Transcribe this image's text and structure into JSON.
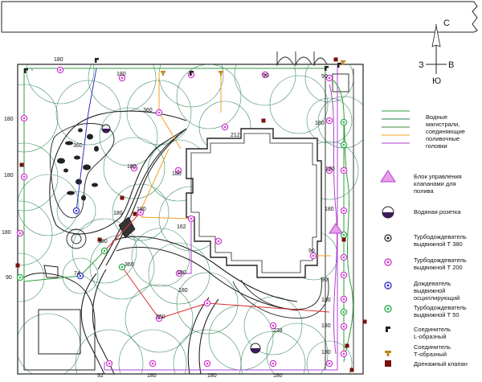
{
  "compass": {
    "north": "С",
    "west": "З",
    "east": "В",
    "south": "Ю"
  },
  "legend": {
    "pipes_lines": [
      "Водные",
      "магистрали,",
      "соединяющие",
      "поливочные",
      "головки"
    ],
    "valve_box_lines": [
      "Блок управления",
      "клапанами для",
      "полива"
    ],
    "water_socket": "Водяная розетка",
    "t380_lines": [
      "Турбодождеватель",
      "выдвижной Т 380"
    ],
    "t200_lines": [
      "Турбодождеватель",
      "выдвижной Т 200"
    ],
    "osc_lines": [
      "Дождеватель",
      "выдвижной",
      "осциллирующий"
    ],
    "t50_lines": [
      "Турбодождеватель",
      "выдвижной Т 50"
    ],
    "l_conn_lines": [
      "Соединитель",
      "L-образный"
    ],
    "t_conn_lines": [
      "Соединитель",
      "Т-образный"
    ],
    "drain": "Дренажный клапан"
  },
  "angle_labels": [
    {
      "id": "a1",
      "text": "180"
    },
    {
      "id": "a2",
      "text": "180"
    },
    {
      "id": "a3",
      "text": "180"
    },
    {
      "id": "a4",
      "text": "180"
    },
    {
      "id": "a5",
      "text": "180"
    },
    {
      "id": "a6",
      "text": "90"
    },
    {
      "id": "a7",
      "text": "90"
    },
    {
      "id": "a8",
      "text": "90"
    },
    {
      "id": "a9",
      "text": "360"
    },
    {
      "id": "a10",
      "text": "360"
    },
    {
      "id": "a11",
      "text": "212"
    },
    {
      "id": "a12",
      "text": "180"
    },
    {
      "id": "a13",
      "text": "180"
    },
    {
      "id": "a14",
      "text": "180"
    },
    {
      "id": "a15",
      "text": "180"
    },
    {
      "id": "a16",
      "text": "162"
    },
    {
      "id": "a17",
      "text": "180"
    },
    {
      "id": "a18",
      "text": "360"
    },
    {
      "id": "a19",
      "text": "74"
    },
    {
      "id": "a20",
      "text": "180"
    },
    {
      "id": "a21",
      "text": "360"
    },
    {
      "id": "a22",
      "text": "238"
    },
    {
      "id": "a23",
      "text": "180"
    },
    {
      "id": "a24",
      "text": "90"
    },
    {
      "id": "a25",
      "text": "180"
    },
    {
      "id": "a26",
      "text": "180"
    },
    {
      "id": "a27",
      "text": "180"
    },
    {
      "id": "a28",
      "text": "92"
    },
    {
      "id": "a29",
      "text": "180"
    },
    {
      "id": "a30",
      "text": "180"
    },
    {
      "id": "a31",
      "text": "180"
    },
    {
      "id": "a32",
      "text": "90"
    },
    {
      "id": "a33",
      "text": "180"
    },
    {
      "id": "a34",
      "text": "180"
    },
    {
      "id": "a35",
      "text": "180"
    }
  ],
  "colors": {
    "pipe_green": "#2e9e3a",
    "pipe_orange": "#f0a020",
    "pipe_purple": "#b040d0",
    "pipe_blue": "#3030c0",
    "pipe_red": "#e03030",
    "coverage": "#1f7a4a",
    "sprinkler_magenta": "#d040d0",
    "sprinkler_green": "#30b050",
    "sprinkler_blue": "#3838c8",
    "drain": "#7a1010"
  }
}
